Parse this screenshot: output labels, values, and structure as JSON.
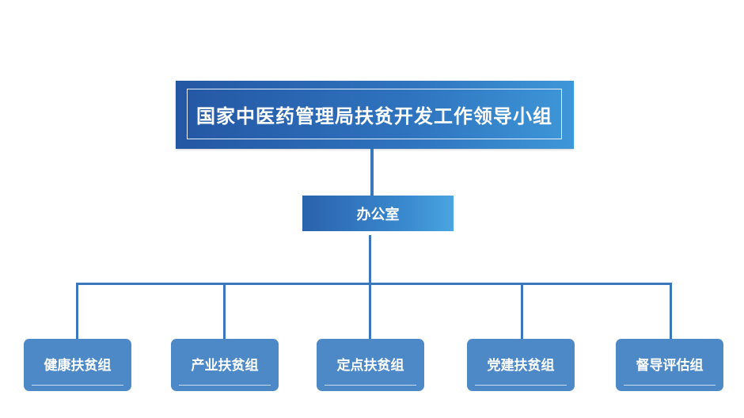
{
  "diagram": {
    "title": "国家中医药管理局扶贫开发工作领导小组",
    "office": "办公室",
    "groups": [
      {
        "label": "健康扶贫组"
      },
      {
        "label": "产业扶贫组"
      },
      {
        "label": "定点扶贫组"
      },
      {
        "label": "党建扶贫组"
      },
      {
        "label": "督导评估组"
      }
    ],
    "colors": {
      "primary": "#2457a3",
      "accent": "#3e97d8",
      "group": "#4e89c7",
      "line": "#3a78bb"
    }
  }
}
